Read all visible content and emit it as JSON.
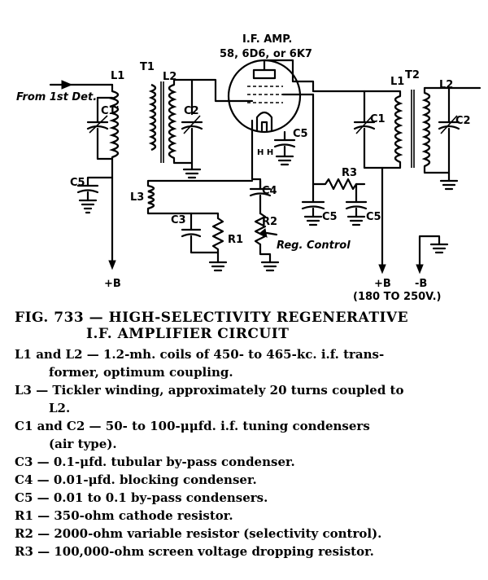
{
  "schematic": {
    "tube_label_line1": "I.F. AMP.",
    "tube_label_line2": "58, 6D6, or 6K7",
    "input_label": "From 1st Det.",
    "L1_left": "L1",
    "Cprime_left": "C1'",
    "T1": "T1",
    "L2_left": "L2",
    "C2_left": "C2",
    "C5_left": "C5",
    "L3": "L3",
    "C3": "C3",
    "R1": "R1",
    "C4": "C4",
    "R2": "R2",
    "reg_control": "Reg. Control",
    "HH": "H H",
    "C5_mid": "C5",
    "C5_lower": "C5",
    "R3": "R3",
    "C5_right": "C5",
    "L1_right": "L1",
    "T2": "T2",
    "L2_right": "L2",
    "C1_right": "C1",
    "C2_right": "C2",
    "plus_b_left": "+B",
    "plus_b_right": "+B",
    "minus_b": "-B",
    "voltage_range": "(180 TO 250V.)"
  },
  "caption": {
    "title_line1": "FIG.  733 — HIGH-SELECTIVITY  REGENERATIVE",
    "title_line2": "I.F. AMPLIFIER CIRCUIT",
    "items": [
      {
        "line1": "L1 and L2 — 1.2-mh. coils of 450- to 465-kc. i.f. trans-",
        "line2": "former, optimum coupling."
      },
      {
        "line1": "L3 — Tickler winding, approximately 20 turns coupled to",
        "line2": "L2."
      },
      {
        "line1": "C1 and C2 — 50- to 100-μμfd. i.f. tuning condensers",
        "line2": "(air type)."
      },
      {
        "line1": "C3 — 0.1-μfd. tubular by-pass condenser.",
        "line2": ""
      },
      {
        "line1": "C4 — 0.01-μfd. blocking condenser.",
        "line2": ""
      },
      {
        "line1": "C5 — 0.01 to 0.1 by-pass condensers.",
        "line2": ""
      },
      {
        "line1": "R1 — 350-ohm cathode resistor.",
        "line2": ""
      },
      {
        "line1": "R2 — 2000-ohm variable resistor (selectivity control).",
        "line2": ""
      },
      {
        "line1": "R3 — 100,000-ohm screen voltage dropping resistor.",
        "line2": ""
      }
    ]
  }
}
